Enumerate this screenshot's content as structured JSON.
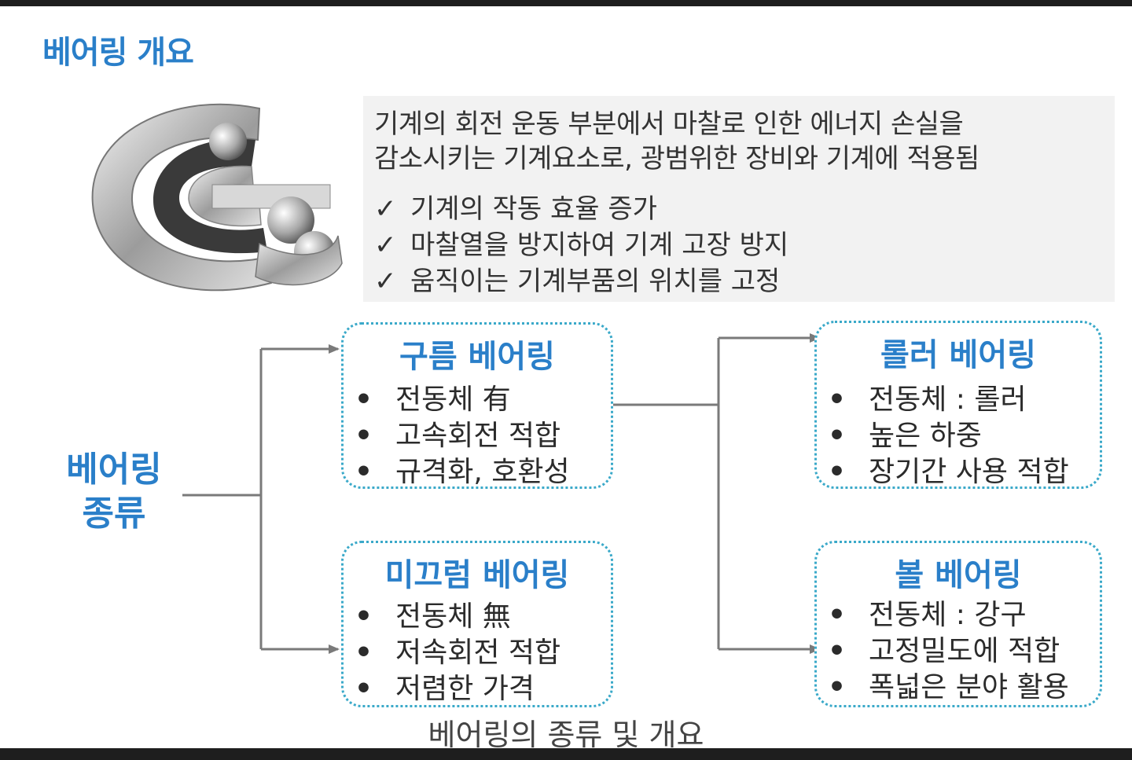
{
  "heading": "베어링 개요",
  "description": {
    "lines": [
      "기계의 회전 운동 부분에서 마찰로 인한 에너지 손실을",
      "감소시키는 기계요소로, 광범위한 장비와 기계에 적용됨"
    ],
    "checks": [
      "기계의 작동 효율 증가",
      "마찰열을 방지하여 기계 고장 방지",
      "움직이는 기계부품의 위치를 고정"
    ],
    "check_symbol": "✓"
  },
  "types_label": [
    "베어링",
    "종류"
  ],
  "bullet_symbol": "•",
  "cards": {
    "rolling": {
      "title": "구름 베어링",
      "items": [
        "전동체 有",
        "고속회전 적합",
        "규격화, 호환성"
      ]
    },
    "sliding": {
      "title": "미끄럼 베어링",
      "items": [
        "전동체 無",
        "저속회전 적합",
        "저렴한 가격"
      ]
    },
    "roller": {
      "title": "롤러 베어링",
      "items": [
        "전동체 : 롤러",
        "높은 하중",
        "장기간 사용 적합"
      ]
    },
    "ball": {
      "title": "볼 베어링",
      "items": [
        "전동체 : 강구",
        "고정밀도에 적합",
        "폭넓은 분야 활용"
      ]
    }
  },
  "caption": "베어링의 종류 및 개요",
  "colors": {
    "accent": "#2a7fc9",
    "card_border": "#3aa9c9",
    "connector": "#7a7a7a",
    "desc_bg": "#f2f2f2"
  }
}
